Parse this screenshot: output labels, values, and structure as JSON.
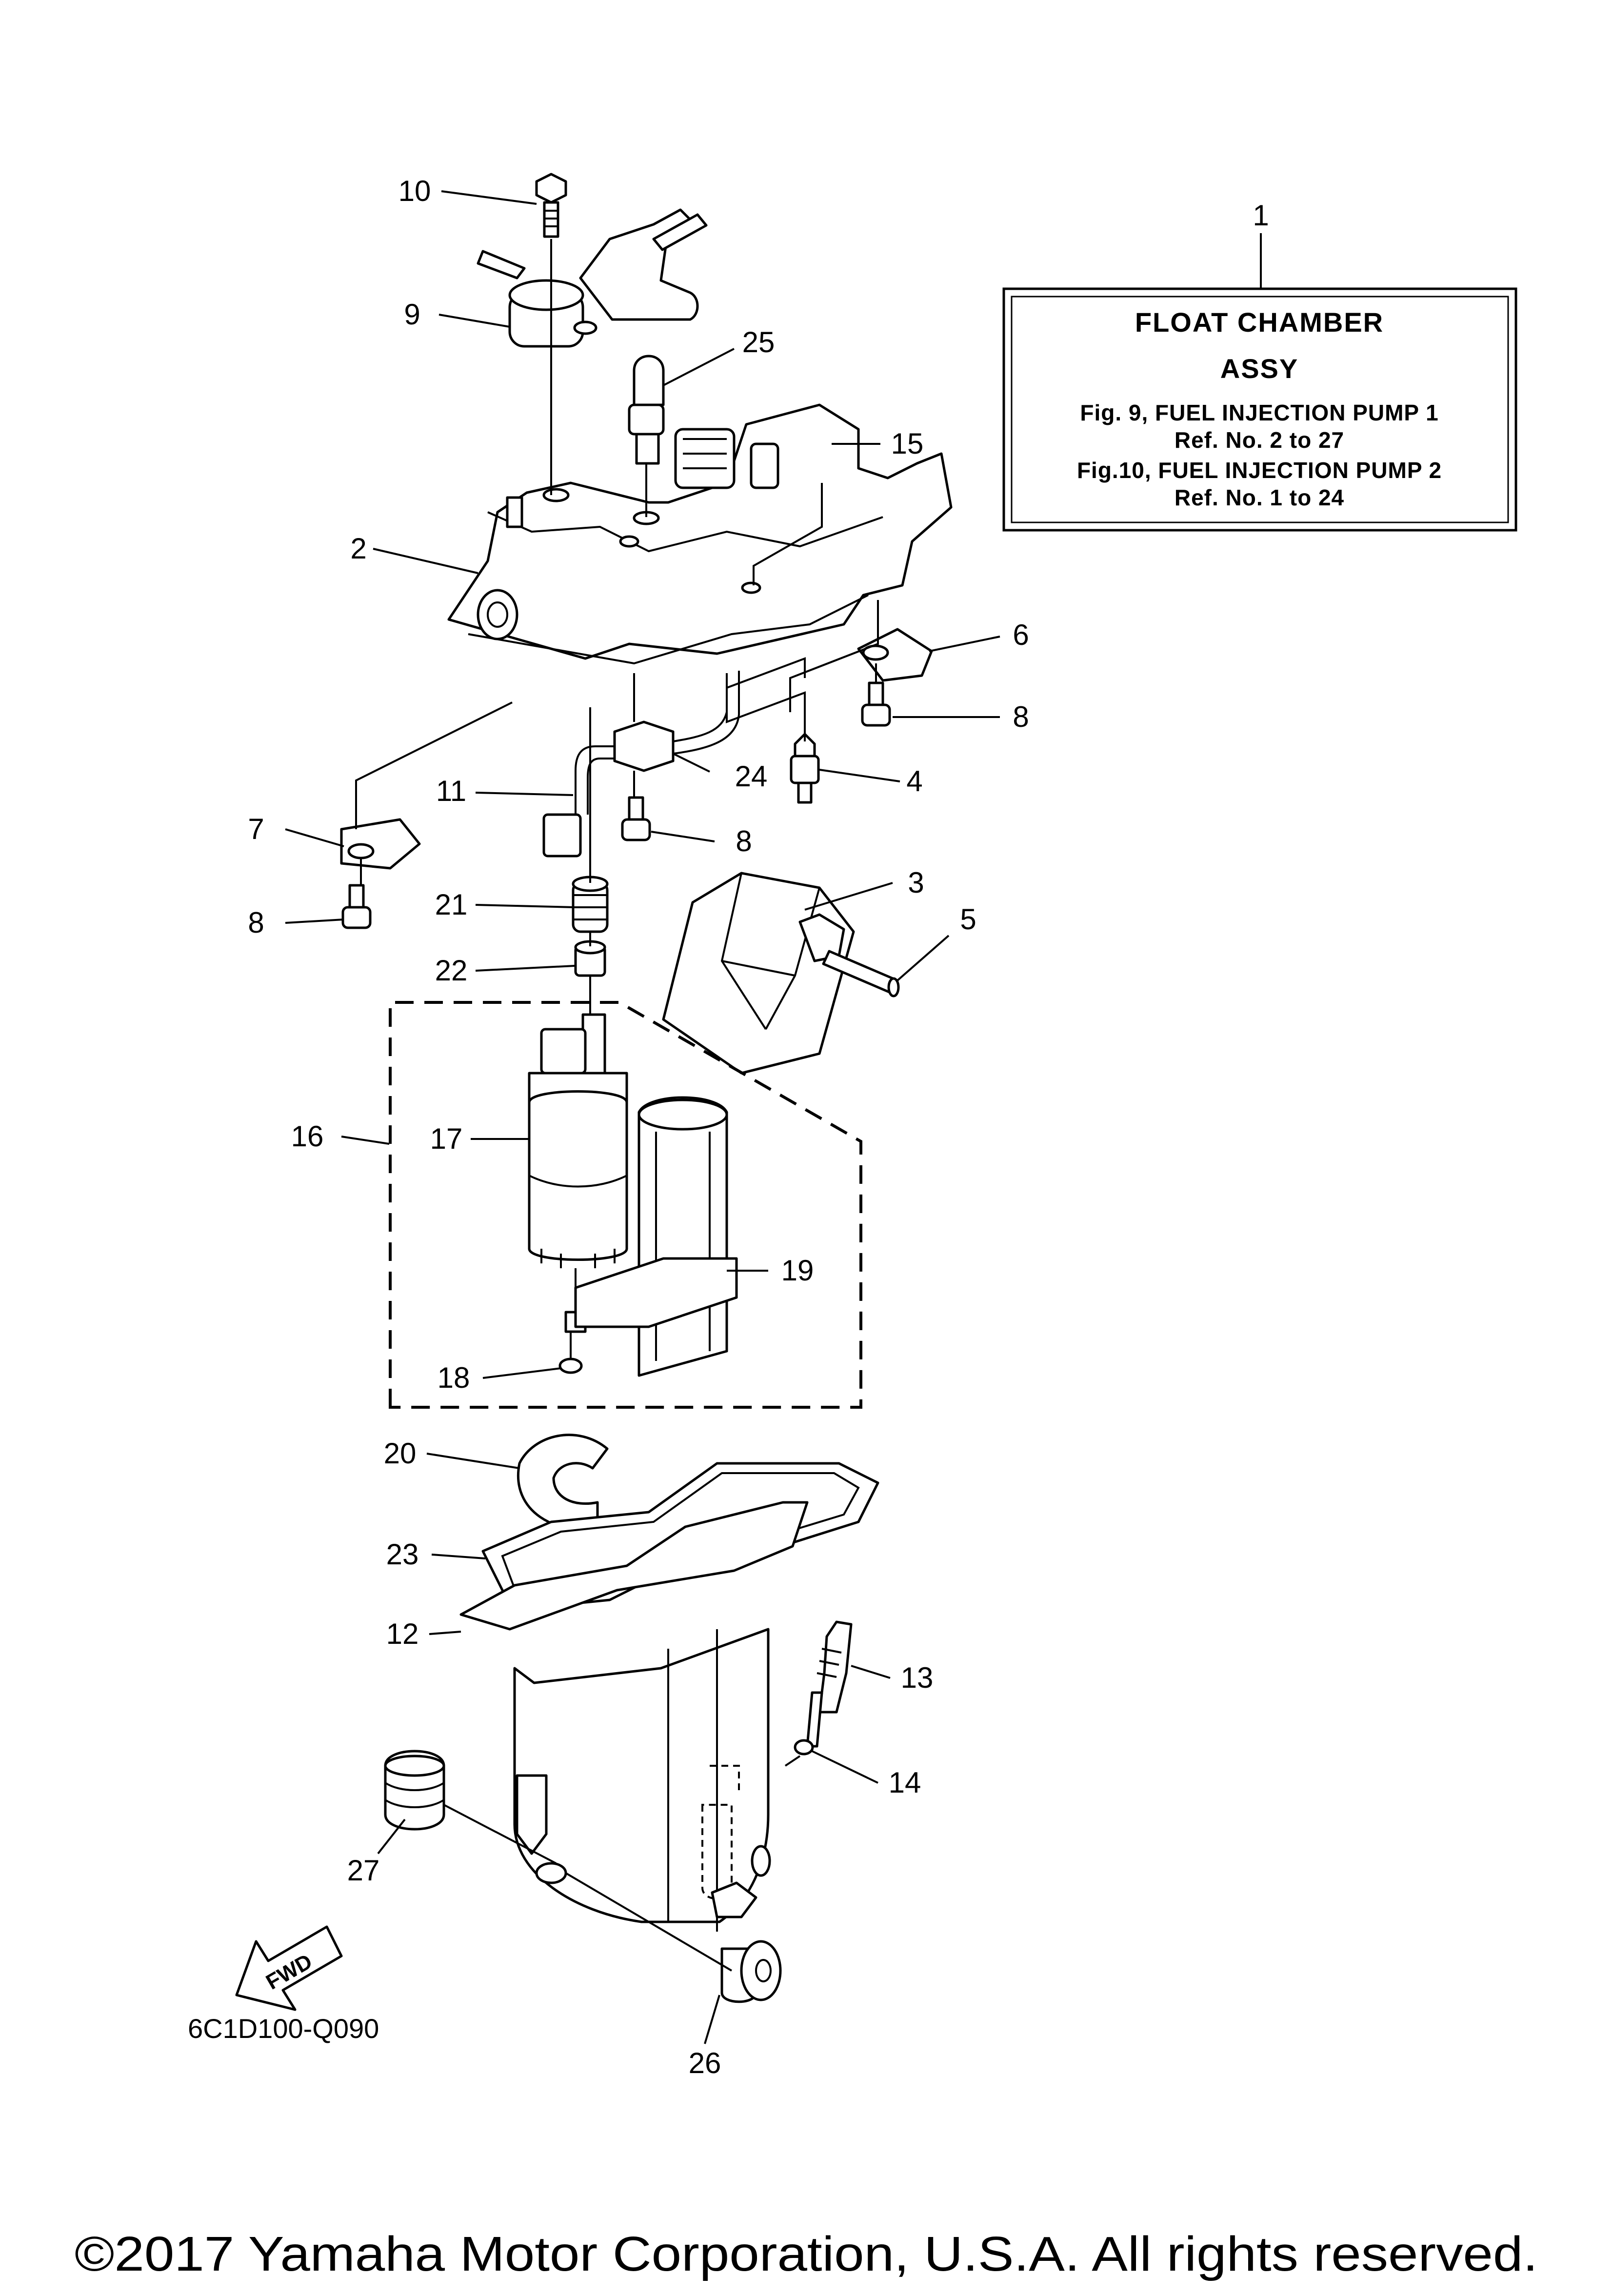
{
  "reference_box": {
    "callout": "1",
    "title_line1": "FLOAT CHAMBER",
    "title_line2": "ASSY",
    "line1": "Fig.  9, FUEL INJECTION PUMP 1",
    "line2": "Ref. No. 2 to 27",
    "line3": "Fig.10, FUEL INJECTION PUMP 2",
    "line4": "Ref. No. 1 to 24"
  },
  "callouts": {
    "c2": "2",
    "c3": "3",
    "c4": "4",
    "c5": "5",
    "c6": "6",
    "c7": "7",
    "c8a": "8",
    "c8b": "8",
    "c8c": "8",
    "c9": "9",
    "c10": "10",
    "c11": "11",
    "c12": "12",
    "c13": "13",
    "c14": "14",
    "c15": "15",
    "c16": "16",
    "c17": "17",
    "c18": "18",
    "c19": "19",
    "c20": "20",
    "c21": "21",
    "c22": "22",
    "c23": "23",
    "c24": "24",
    "c25": "25",
    "c26": "26",
    "c27": "27"
  },
  "fwd_label": "FWD",
  "diagram_code": "6C1D100-Q090",
  "copyright": "©2017 Yamaha Motor Corporation, U.S.A. All rights reserved."
}
